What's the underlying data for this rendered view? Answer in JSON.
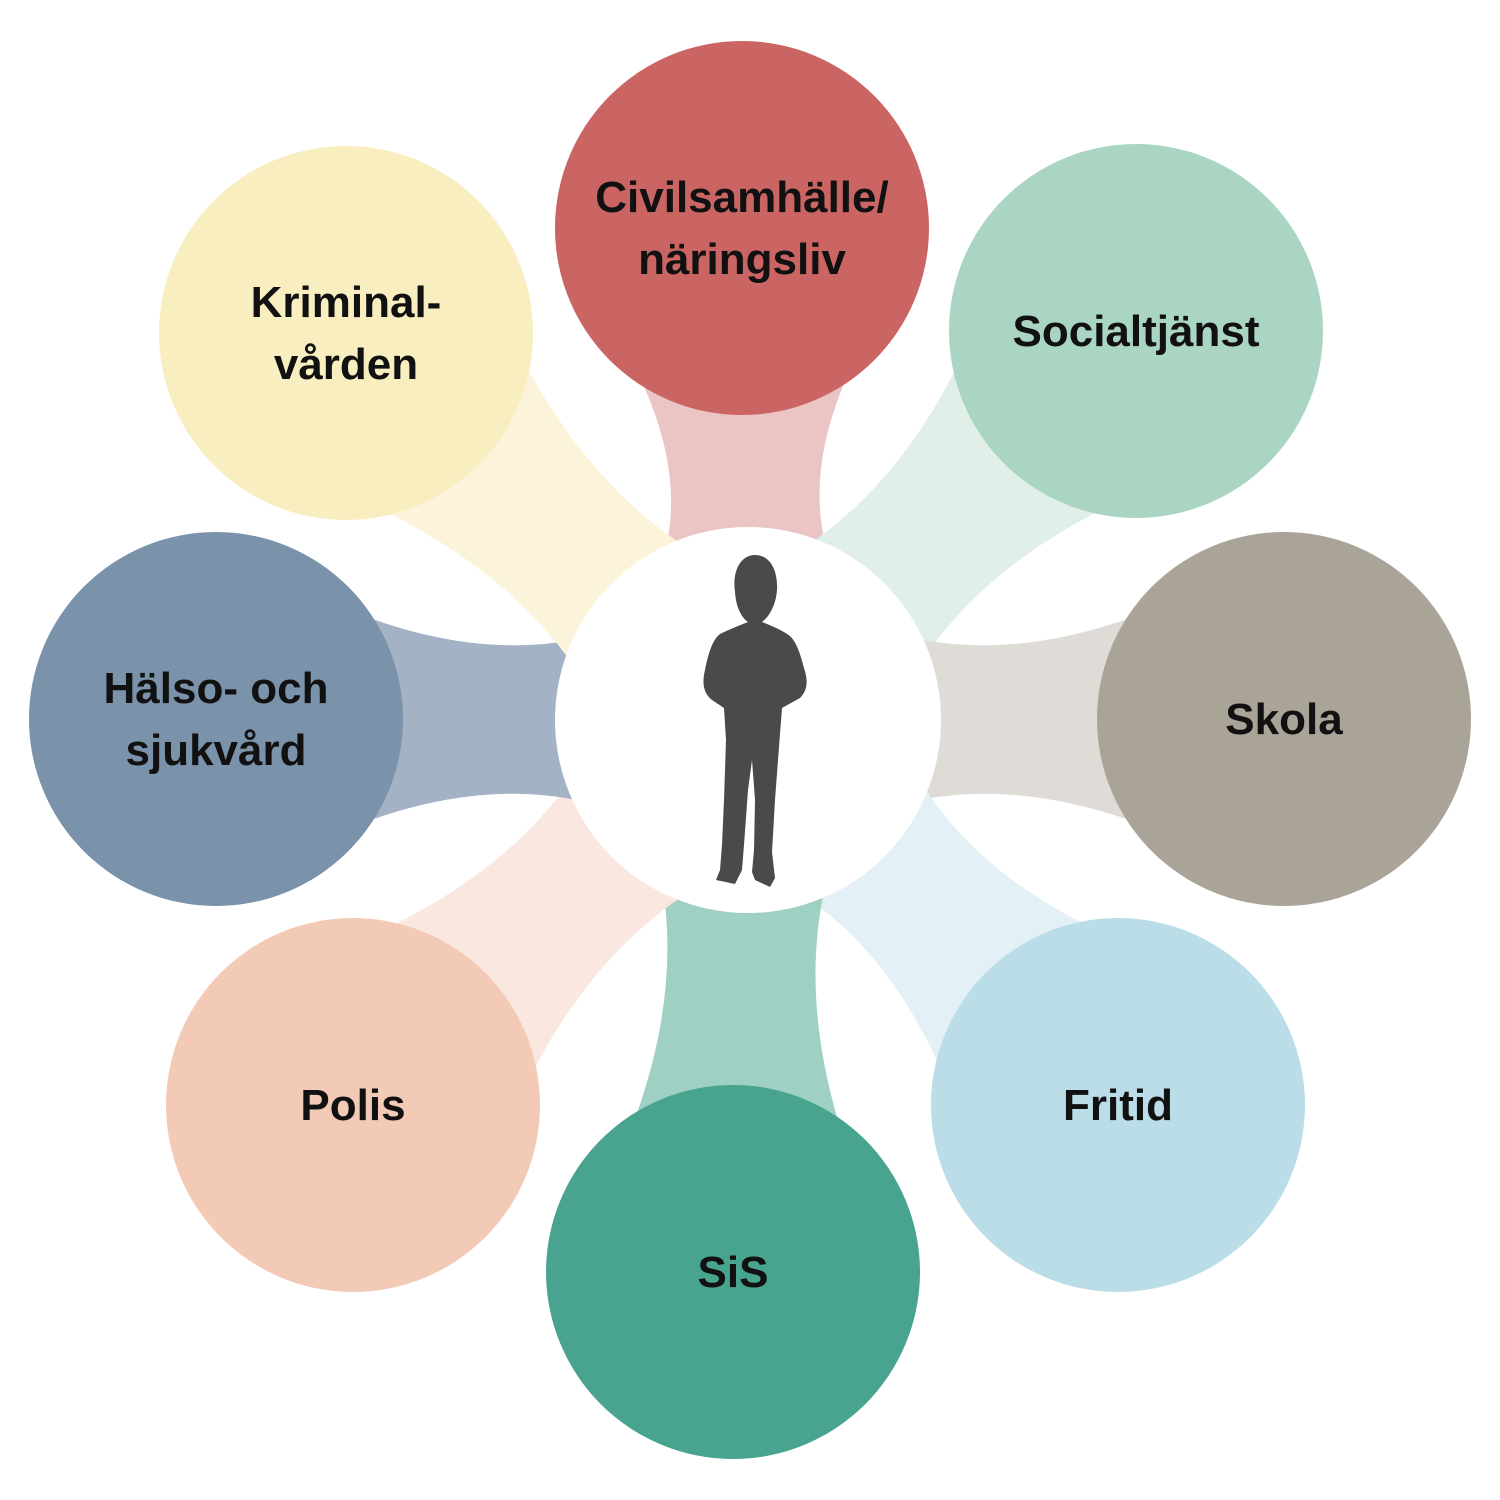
{
  "nodes": [
    {
      "id": "civilsamhalle",
      "lines": [
        "Civilsamhälle/",
        "näringsliv"
      ],
      "color": "#cb6563",
      "connector_color": "#ebc4c4"
    },
    {
      "id": "socialtjanst",
      "lines": [
        "Socialtjänst"
      ],
      "color": "#abd5c3",
      "connector_color": "#e0efe8"
    },
    {
      "id": "skola",
      "lines": [
        "Skola"
      ],
      "color": "#aaa398",
      "connector_color": "#dfdbd6"
    },
    {
      "id": "fritid",
      "lines": [
        "Fritid"
      ],
      "color": "#badde8",
      "connector_color": "#e3f1f6"
    },
    {
      "id": "sis",
      "lines": [
        "SiS"
      ],
      "color": "#48a48e",
      "connector_color": "#9fd0c4"
    },
    {
      "id": "polis",
      "lines": [
        "Polis"
      ],
      "color": "#f3cab5",
      "connector_color": "#fae8e0"
    },
    {
      "id": "halso",
      "lines": [
        "Hälso- och",
        "sjukvård"
      ],
      "color": "#7b92ab",
      "connector_color": "#a3b3c5"
    },
    {
      "id": "kriminalvarden",
      "lines": [
        "Kriminal-",
        "vården"
      ],
      "color": "#f8eec0",
      "connector_color": "#fbf4da"
    }
  ],
  "center": {
    "icon": "child-silhouette-icon",
    "color": "#4a4a4a"
  }
}
